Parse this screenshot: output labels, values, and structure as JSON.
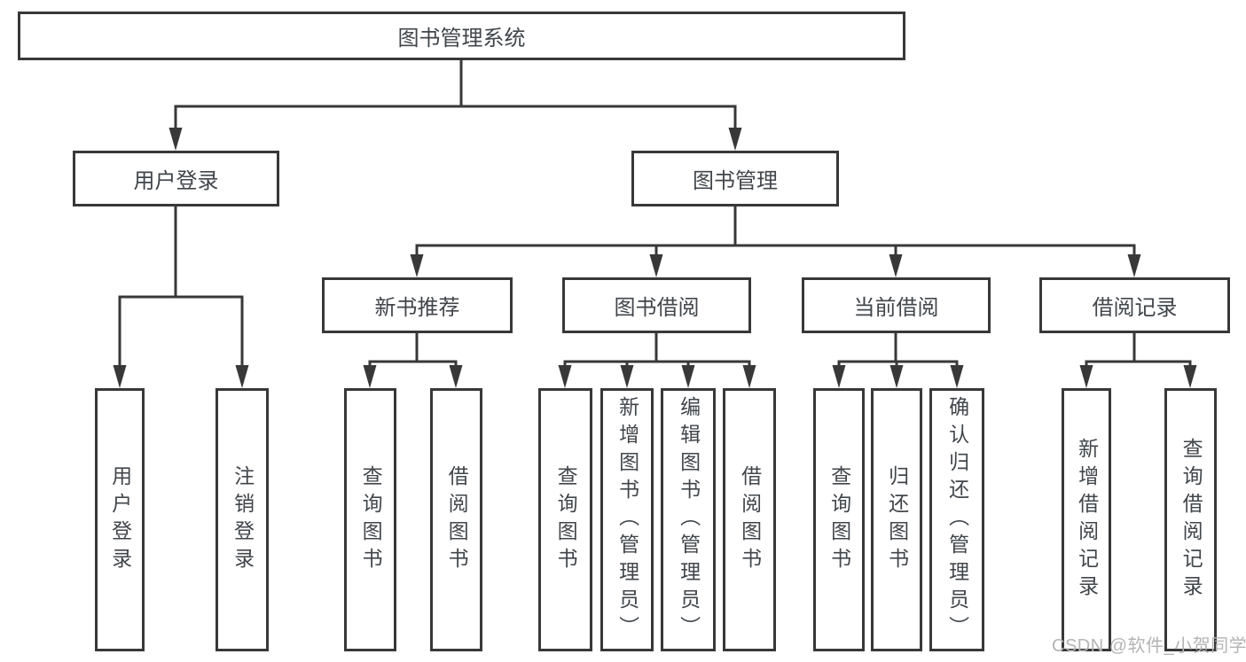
{
  "tree": {
    "label": "图书管理系统",
    "children": [
      {
        "label": "用户登录",
        "children": [
          {
            "label": "用户登录"
          },
          {
            "label": "注销登录"
          }
        ]
      },
      {
        "label": "图书管理",
        "children": [
          {
            "label": "新书推荐",
            "children": [
              {
                "label": "查询图书"
              },
              {
                "label": "借阅图书"
              }
            ]
          },
          {
            "label": "图书借阅",
            "children": [
              {
                "label": "查询图书"
              },
              {
                "label": "新增图书（管理员）"
              },
              {
                "label": "编辑图书（管理员）"
              },
              {
                "label": "借阅图书"
              }
            ]
          },
          {
            "label": "当前借阅",
            "children": [
              {
                "label": "查询图书"
              },
              {
                "label": "归还图书"
              },
              {
                "label": "确认归还（管理员）"
              }
            ]
          },
          {
            "label": "借阅记录",
            "children": [
              {
                "label": "新增借阅记录"
              },
              {
                "label": "查询借阅记录"
              }
            ]
          }
        ]
      }
    ]
  },
  "watermark": {
    "text": "CSDN @软件_小贺同学"
  },
  "colors": {
    "line": "#383838",
    "node_border": "#383838",
    "node_text": "#41464b",
    "watermark": "#b4b4b4",
    "background": "#ffffff"
  }
}
